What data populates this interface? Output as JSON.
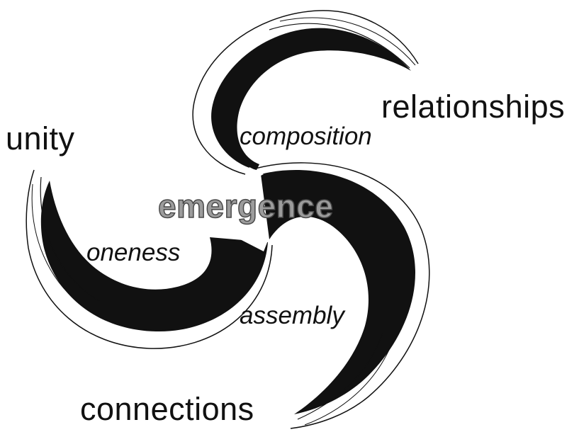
{
  "diagram": {
    "outer_labels": {
      "top_right": "relationships",
      "left": "unity",
      "bottom": "connections"
    },
    "inner_labels": {
      "top": "composition",
      "left": "oneness",
      "bottom": "assembly"
    },
    "center_label": "emergence"
  },
  "colors": {
    "stroke": "#111111",
    "center_text_fill": "#9c9c9c",
    "center_text_outline": "#4a4a4a",
    "background": "#ffffff"
  }
}
